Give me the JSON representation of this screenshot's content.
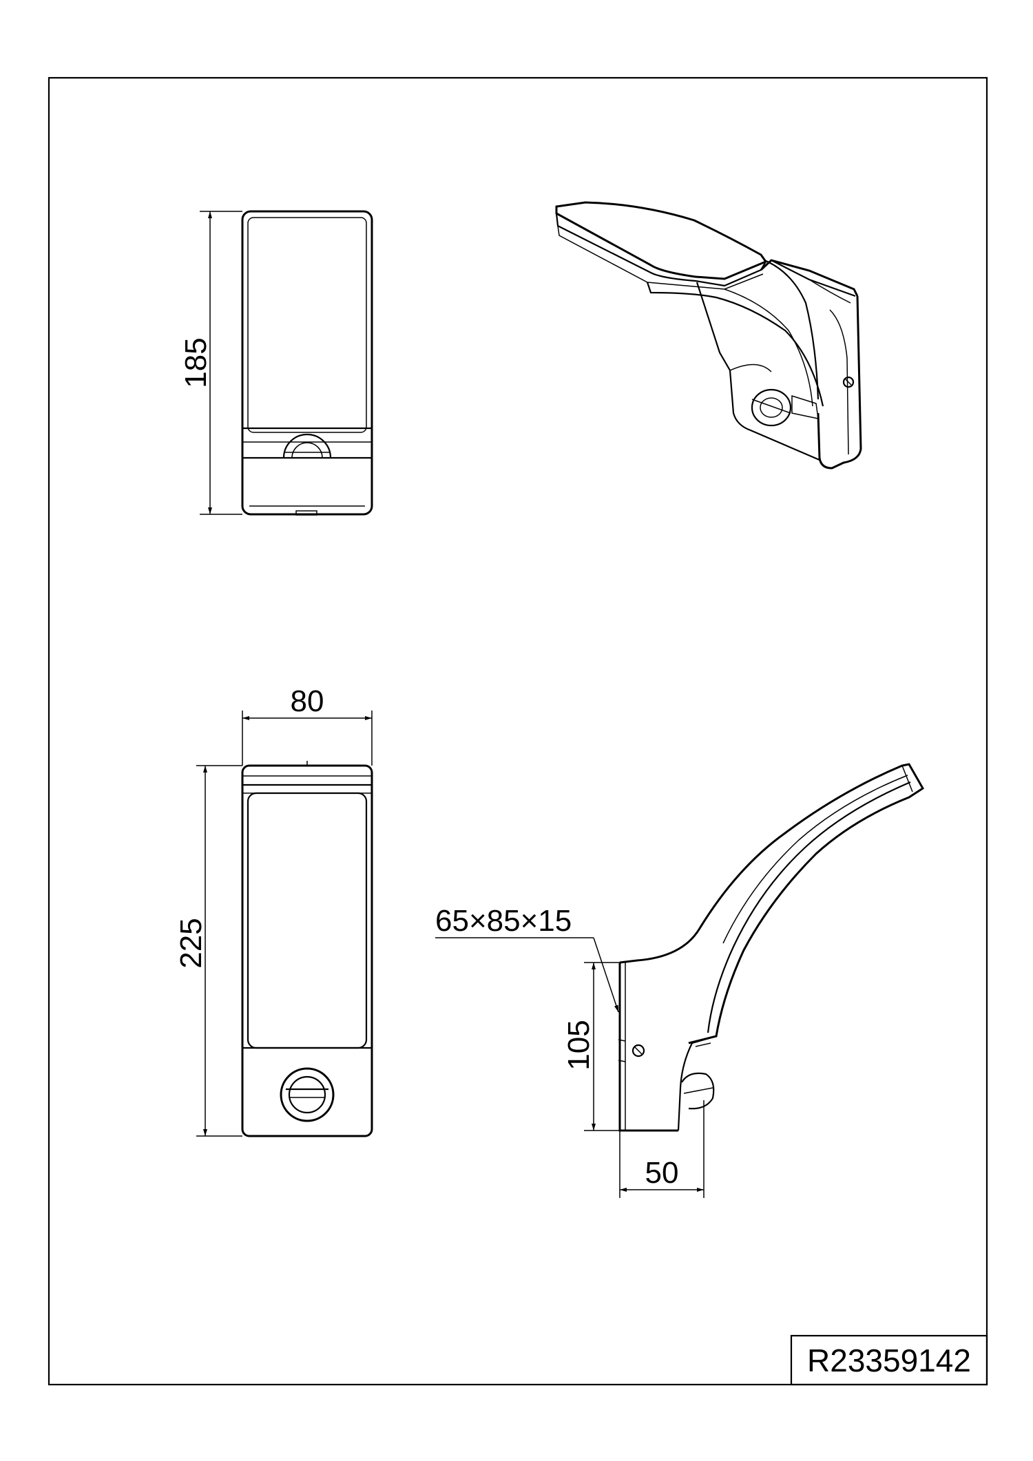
{
  "sheet": {
    "drawing_code": "R23359142"
  },
  "dimensions": {
    "top_view_depth": "185",
    "front_view_width": "80",
    "front_view_height": "225",
    "side_view_backplate": "65×85×15",
    "side_view_height": "105",
    "side_view_depth": "50"
  }
}
